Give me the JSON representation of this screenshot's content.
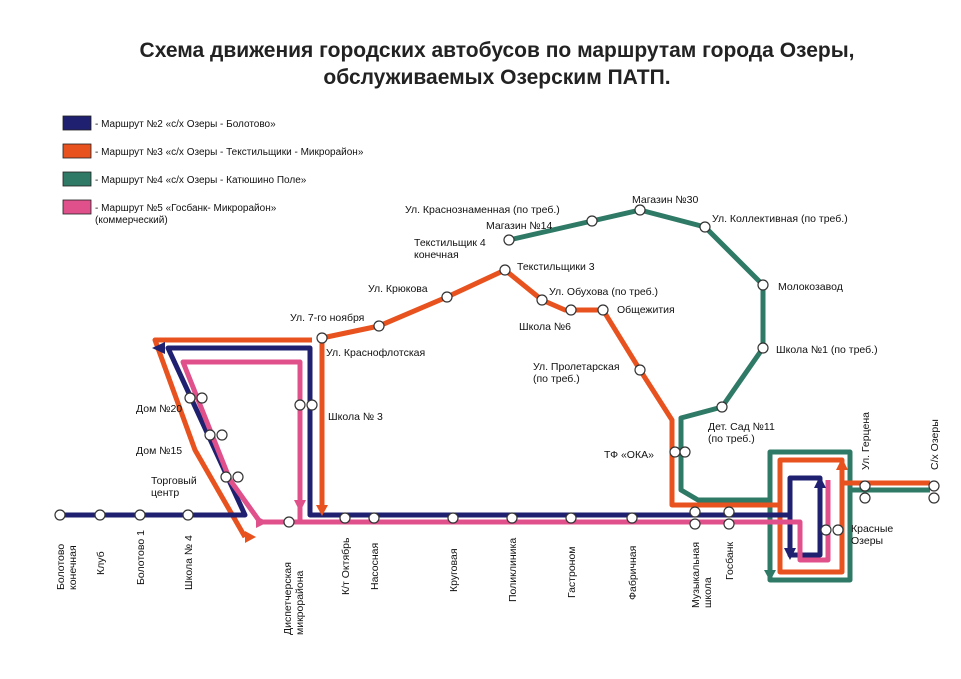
{
  "title": {
    "line1": "Схема движения городских автобусов по маршрутам города Озеры,",
    "line2": "обслуживаемых Озерским ПАТП."
  },
  "colors": {
    "route2": "#1f2070",
    "route3": "#e8521e",
    "route4": "#2f7a66",
    "route5": "#e0518c"
  },
  "legend": [
    {
      "route": "route2",
      "line1": "- Маршрут №2 «с/х Озеры - Болотово»",
      "line2": ""
    },
    {
      "route": "route3",
      "line1": "- Маршрут №3 «с/х Озеры - Текстильщики - Микрорайон»",
      "line2": ""
    },
    {
      "route": "route4",
      "line1": "- Маршрут №4 «с/х Озеры - Катюшино Поле»",
      "line2": ""
    },
    {
      "route": "route5",
      "line1": "- Маршрут №5 «Госбанк- Микрорайон»",
      "line2": "(коммерческий)"
    }
  ],
  "stops": {
    "bolotovo_end": "Болотово конечная",
    "klub": "Клуб",
    "bolotovo1": "Болотово 1",
    "shkola4": "Школа № 4",
    "dispatch": "Диспетчерская микрорайона",
    "kt_oktyabr": "К/т Октябрь",
    "nasosnaya": "Насосная",
    "krugovaya": "Круговая",
    "poliklinika": "Поликлиника",
    "gastronom": "Гастроном",
    "fabrichnaya": "Фабричная",
    "muz_shkola": "Музыкальная школа",
    "gosbank": "Госбанк",
    "ul_gertsena": "Ул. Герцена",
    "sh_ozery": "С/х Озеры",
    "krasnye_ozery": "Красные Озеры",
    "dom20": "Дом №20",
    "dom15": "Дом №15",
    "torgovy": "Торговый центр",
    "shkola3": "Школа № 3",
    "ul7nov": "Ул. 7-го ноября",
    "krasnoflot": "Ул. Краснофлотская",
    "krukova": "Ул. Крюкова",
    "tekst3": "Текстильщики 3",
    "obuhova": "Ул. Обухова (по треб.)",
    "shkola6": "Школа №6",
    "obsch": "Общежития",
    "proletar": "Ул. Пролетарская (по треб.)",
    "tf_oka": "ТФ «ОКА»",
    "detsad": "Дет. Сад №11 (по треб.)",
    "shkola1": "Школа №1 (по треб.)",
    "molokozavod": "Молокозавод",
    "kollekt": "Ул. Коллективная (по треб.)",
    "magazin30": "Магазин №30",
    "magazin14": "Магазин №14",
    "krasnoznam": "Ул. Краснознаменная (по треб.)",
    "tekst4": "Текстильщик 4 конечная"
  }
}
